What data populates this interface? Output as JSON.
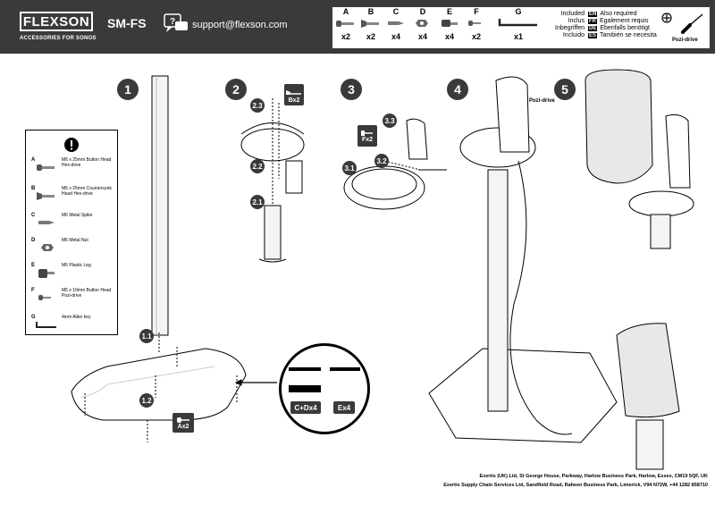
{
  "header": {
    "brand": "FLEXSON",
    "brand_sub": "ACCESSORIES FOR SONOS",
    "model": "SM-FS",
    "support": "support@flexson.com"
  },
  "parts": [
    {
      "letter": "A",
      "qty": "x2"
    },
    {
      "letter": "B",
      "qty": "x2"
    },
    {
      "letter": "C",
      "qty": "x4"
    },
    {
      "letter": "D",
      "qty": "x4"
    },
    {
      "letter": "E",
      "qty": "x4"
    },
    {
      "letter": "F",
      "qty": "x2"
    },
    {
      "letter": "G",
      "qty": "x1"
    }
  ],
  "languages": {
    "included": [
      "Included",
      "Inclus",
      "Inbegriffen",
      "Incluido"
    ],
    "also": [
      {
        "code": "EN",
        "text": "Also required"
      },
      {
        "code": "FR",
        "text": "Egalement requis"
      },
      {
        "code": "DE",
        "text": "Ebenfalls benötigt"
      },
      {
        "code": "ES",
        "text": "También se necesita"
      }
    ],
    "pozi": "Pozi-drive"
  },
  "steps": [
    "1",
    "2",
    "3",
    "4",
    "5"
  ],
  "legend": [
    {
      "letter": "A",
      "text": "M6 x 25mm Button Head Hex-drive"
    },
    {
      "letter": "B",
      "text": "M6 x 25mm Countersunk Head Hex-drive"
    },
    {
      "letter": "C",
      "text": "M6 Metal Spike"
    },
    {
      "letter": "D",
      "text": "M6 Metal Nut"
    },
    {
      "letter": "E",
      "text": "M6 Plastic Leg"
    },
    {
      "letter": "F",
      "text": "M5 x 10mm Button Head Pozi-drive"
    },
    {
      "letter": "G",
      "text": "4mm Allen key"
    }
  ],
  "badges": {
    "ax2": "Ax2",
    "bx2": "Bx2",
    "fx2": "Fx2",
    "cdx4": "C+Dx4",
    "ex4": "Ex4"
  },
  "substeps": {
    "s11": "1.1",
    "s12": "1.2",
    "s21": "2.1",
    "s22": "2.2",
    "s23": "2.3",
    "s31": "3.1",
    "s32": "3.2",
    "s33": "3.3"
  },
  "pozi_drive_label": "Pozi-drive",
  "footer": [
    "Exertis (UK) Ltd, St George House, Parkway, Harlow Business Park, Harlow, Essex, CM19 5QF, UK",
    "Exertis Supply Chain Services Ltd, Sandfield Road, Raheen Business Park, Limerick, V94 N72W,   +44 1282 858710"
  ]
}
